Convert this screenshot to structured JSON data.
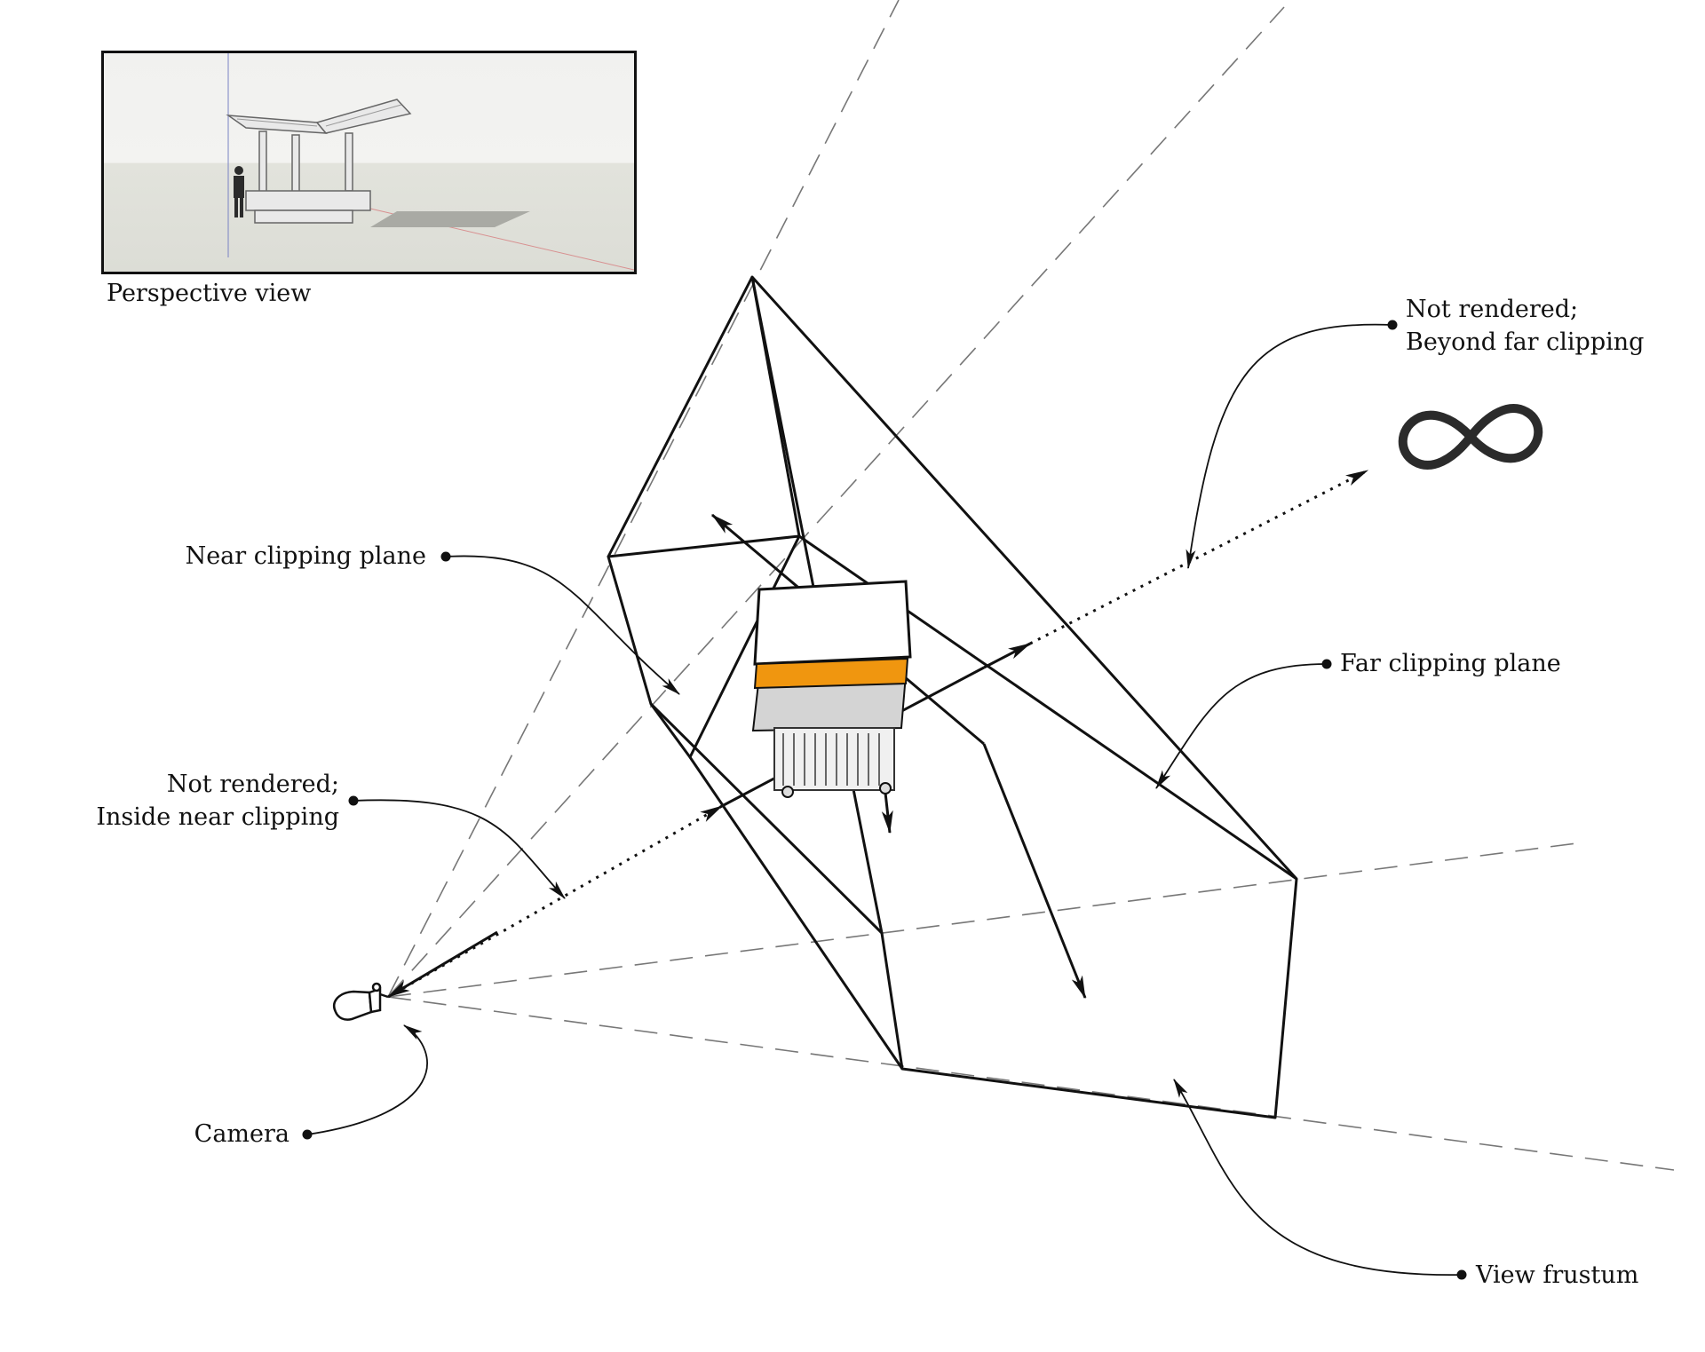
{
  "inset": {
    "caption": "Perspective view"
  },
  "labels": {
    "near_clipping_plane": "Near clipping plane",
    "not_rendered_near": [
      "Not rendered;",
      "Inside near clipping"
    ],
    "camera": "Camera",
    "not_rendered_far": [
      "Not rendered;",
      "Beyond far clipping"
    ],
    "far_clipping_plane": "Far clipping plane",
    "view_frustum": "View frustum"
  },
  "icons": {
    "infinity": "infinity-symbol-icon",
    "camera": "camera-icon"
  },
  "colors": {
    "line": "#111111",
    "guide": "#777777",
    "highlight": "#f0960f",
    "panel_gray": "#d4d4d4"
  }
}
